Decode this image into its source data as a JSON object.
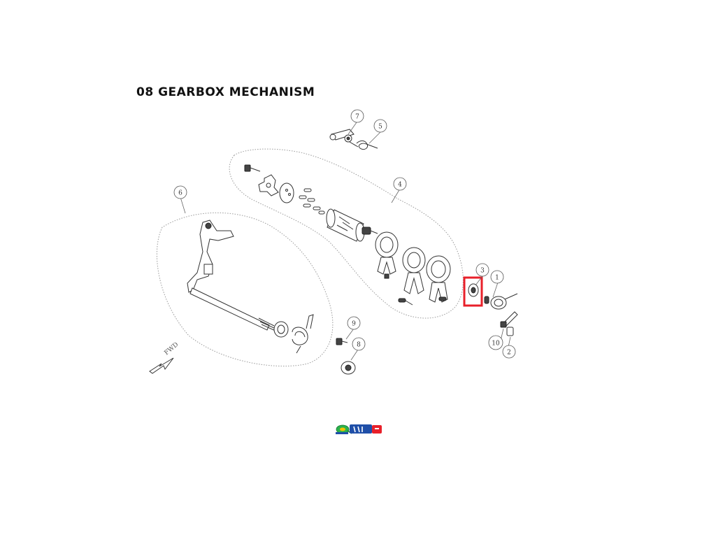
{
  "title": "08 GEARBOX MECHANISM",
  "direction_label": "FWD",
  "callouts": {
    "c1": "1",
    "c2": "2",
    "c3": "3",
    "c4": "4",
    "c5": "5",
    "c6": "6",
    "c7": "7",
    "c8": "8",
    "c9": "9",
    "c10": "10"
  },
  "highlight": {
    "target_callout": "3",
    "color": "#e8202a"
  },
  "logo": {
    "description": "quad brand logo",
    "colors": [
      "#2bb24c",
      "#f2c200",
      "#1f4fa8",
      "#e8202a"
    ]
  }
}
